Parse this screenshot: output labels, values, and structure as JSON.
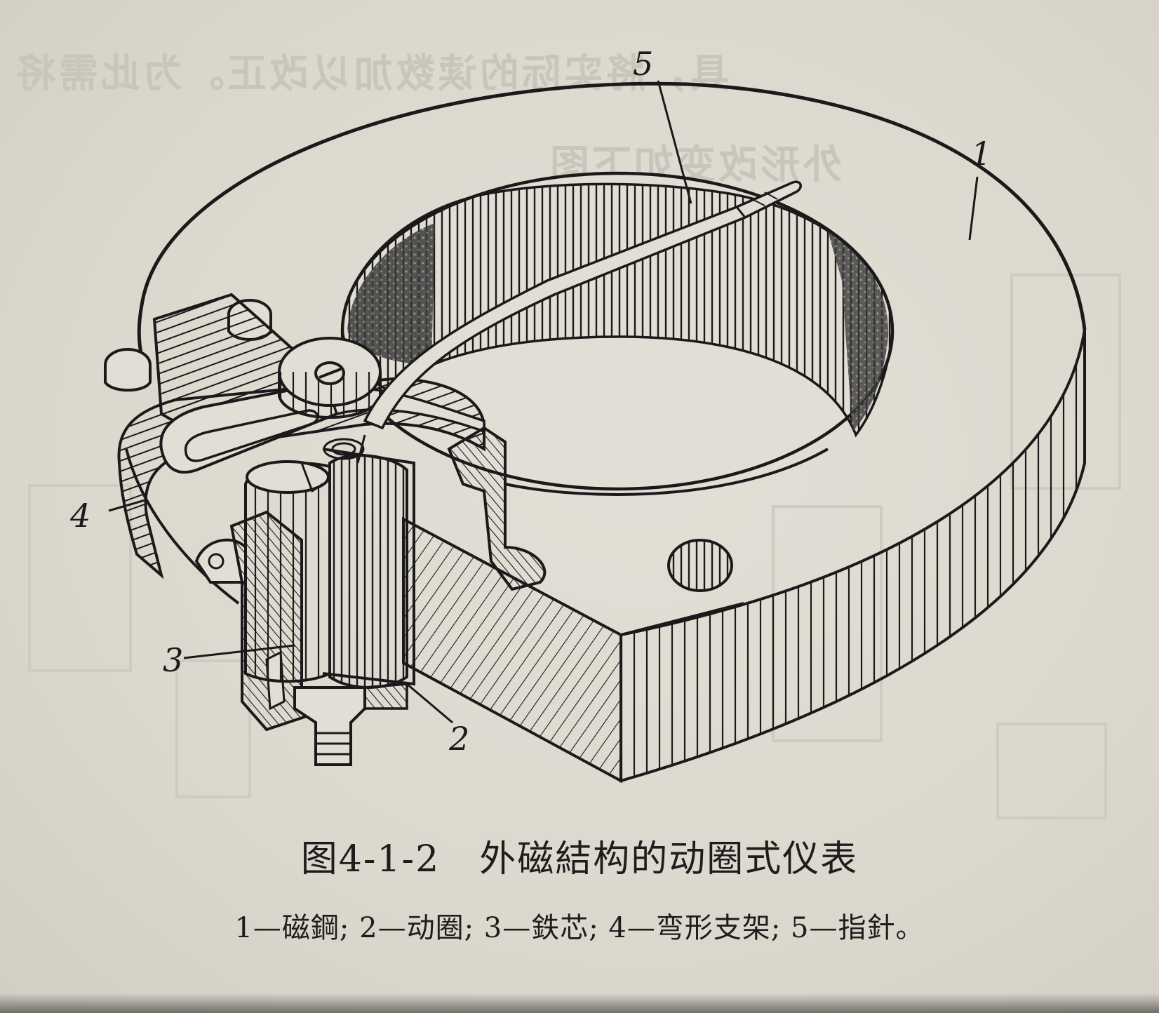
{
  "figure": {
    "number": "图4-1-2",
    "title": "外磁結构的动圈式仪表",
    "legend": "1—磁鋼; 2—动圈; 3—鉄芯; 4—弯形支架; 5—指針。"
  },
  "callouts": [
    {
      "label": "1",
      "part": "磁鋼"
    },
    {
      "label": "2",
      "part": "动圈"
    },
    {
      "label": "3",
      "part": "鉄芯"
    },
    {
      "label": "4",
      "part": "弯形支架"
    },
    {
      "label": "5",
      "part": "指針"
    }
  ],
  "bleed_through": {
    "line1": "具，將实际的读数加以改正。为此需将",
    "line2": "外形改变如下图"
  },
  "colors": {
    "paper": "#ddd9cf",
    "ink": "#1a1a1a",
    "ghost": "#c9c5bb"
  }
}
